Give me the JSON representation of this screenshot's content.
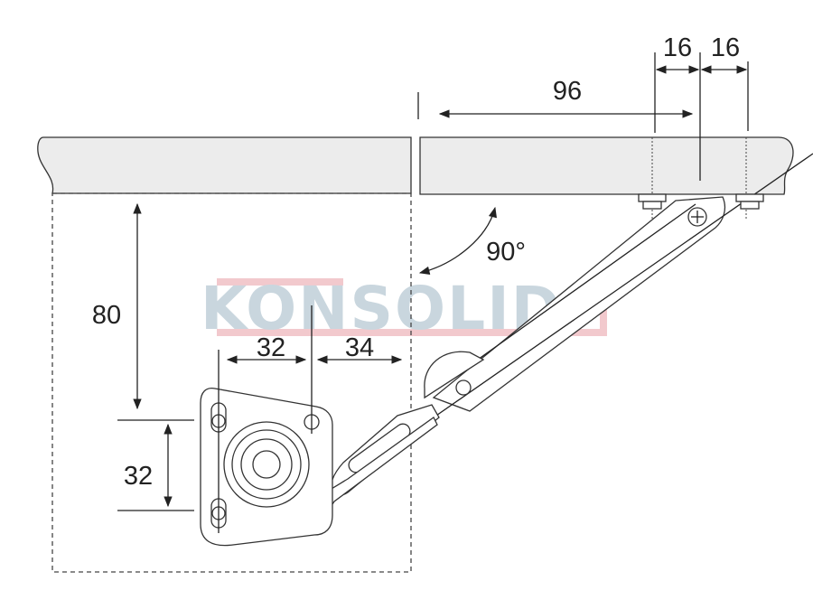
{
  "watermark": "KONSOLID",
  "dimensions": {
    "top_offset": "96",
    "hole_spacing_left": "16",
    "hole_spacing_right": "16",
    "height": "80",
    "base_vertical": "32",
    "base_horizontal": "32",
    "base_to_edge": "34",
    "angle": "90°"
  },
  "colors": {
    "panel_fill": "#ececec",
    "watermark_text": "#c9d6de",
    "watermark_band": "#f2c9cd",
    "line": "#222222"
  }
}
